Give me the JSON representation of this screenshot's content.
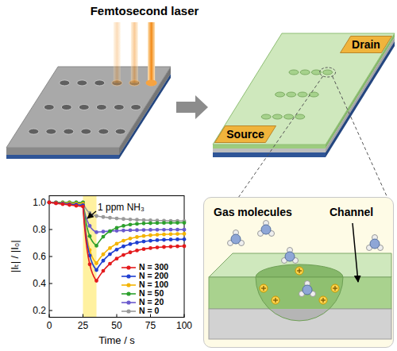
{
  "diagram": {
    "nodes": [
      {
        "text": [
          "Drain"
        ]
      },
      {
        "text": [
          "Source"
        ]
      },
      {
        "text": [
          "Gas molecules",
          "Channel"
        ]
      }
    ],
    "labels": [
      "Femtosecond laser",
      "1 ppm NH₃",
      "1.0",
      "0.8",
      "0.6",
      "0.4",
      "0.2",
      "|Iₜ| / |I₀|",
      "0",
      "25",
      "50",
      "75",
      "100",
      "Time / s"
    ],
    "legend": [
      {
        "text": "N = 300"
      },
      {
        "text": "N = 200"
      },
      {
        "text": "N = 100"
      },
      {
        "text": "N = 50"
      },
      {
        "text": "N = 20"
      },
      {
        "text": "N = 0"
      }
    ]
  }
}
